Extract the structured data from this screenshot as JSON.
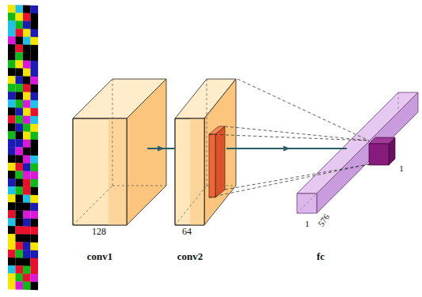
{
  "diagram": {
    "nodes": [
      {
        "text": [
          "128",
          "conv1"
        ]
      },
      {
        "text": [
          "64",
          "conv2"
        ]
      },
      {
        "text": [
          "1",
          "576",
          "fc"
        ]
      }
    ],
    "edges": [
      {
        "from": 0,
        "to": 1,
        "arrow": "to"
      },
      {
        "from": 1,
        "to": 2,
        "arrow": "to"
      }
    ],
    "labels": [
      "1"
    ]
  }
}
